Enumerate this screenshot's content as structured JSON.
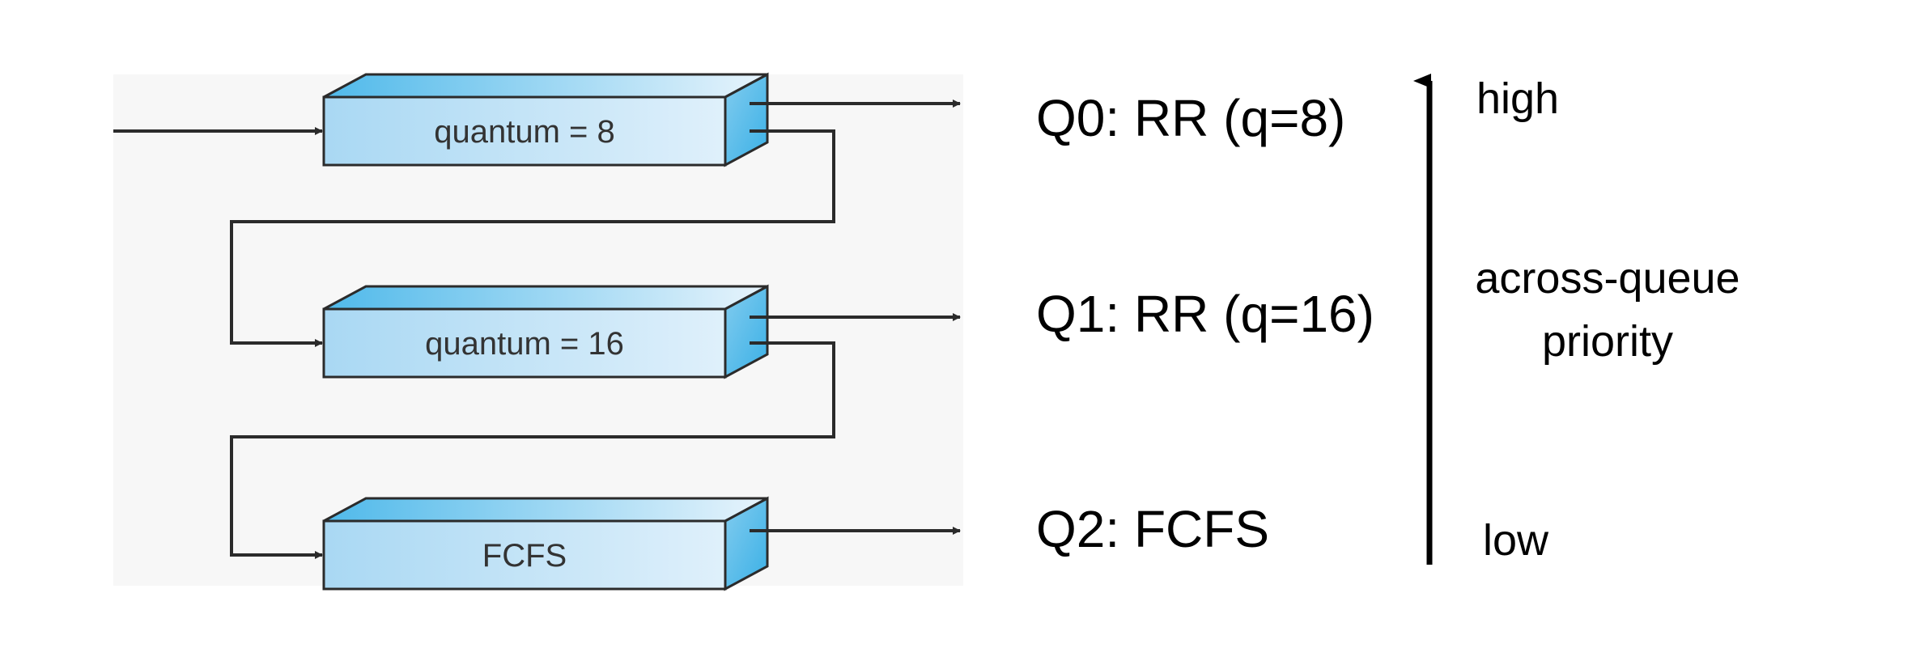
{
  "colors": {
    "box_top_light": "#e8f4fc",
    "box_top_dark": "#4fb9ea",
    "box_front_light": "#dff0fb",
    "box_front_dark": "#a9d8f3",
    "box_side_light": "#82ccef",
    "box_side_dark": "#3ab0e6",
    "line": "#2b2b2b",
    "panel_bg": "#f7f7f7"
  },
  "queues": [
    {
      "box_label": "quantum = 8",
      "queue_label": "Q0: RR (q=8)"
    },
    {
      "box_label": "quantum = 16",
      "queue_label": "Q1: RR (q=16)"
    },
    {
      "box_label": "FCFS",
      "queue_label": "Q2: FCFS"
    }
  ],
  "priority": {
    "high_label": "high",
    "low_label": "low",
    "caption_line1": "across-queue",
    "caption_line2": "priority"
  }
}
